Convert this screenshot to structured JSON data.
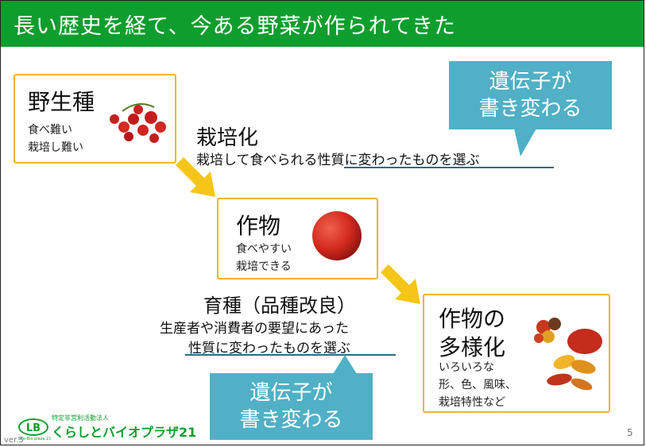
{
  "title": "長い歴史を経て、今ある野菜が作られてきた",
  "wild": {
    "heading": "野生種",
    "line1": "食べ難い",
    "line2": "栽培し難い"
  },
  "cultivation": {
    "heading": "栽培化",
    "desc_plain": "栽培して食べられる",
    "desc_underlined": "性質に変わったものを選ぶ"
  },
  "crop": {
    "heading": "作物",
    "line1": "食べやすい",
    "line2": "栽培できる"
  },
  "breeding": {
    "heading": "育種（品種改良）",
    "line1": "生産者や消費者の要望にあった",
    "line2": "性質に変わったものを選ぶ"
  },
  "diversify": {
    "heading1": "作物の",
    "heading2": "多様化",
    "line1": "いろいろな",
    "line2": "形、色、風味、",
    "line3": "栽培特性など"
  },
  "callout_top": {
    "line1": "遺伝子が",
    "line2": "書き変わる"
  },
  "callout_bottom": {
    "line1": "遺伝子が",
    "line2": "書き変わる"
  },
  "logo": {
    "mark": "LB",
    "name": "くらしとバイオプラザ21",
    "subtitle": "特定非営利活動法人",
    "tagline": "Life-Bio plaza 21"
  },
  "version": "ver.5",
  "page_number": "5",
  "colors": {
    "title_bg": "#0f9e2e",
    "box_border": "#f0b429",
    "arrow": "#f5c518",
    "callout": "#4fb0c6",
    "underline": "#2a6b8c"
  }
}
